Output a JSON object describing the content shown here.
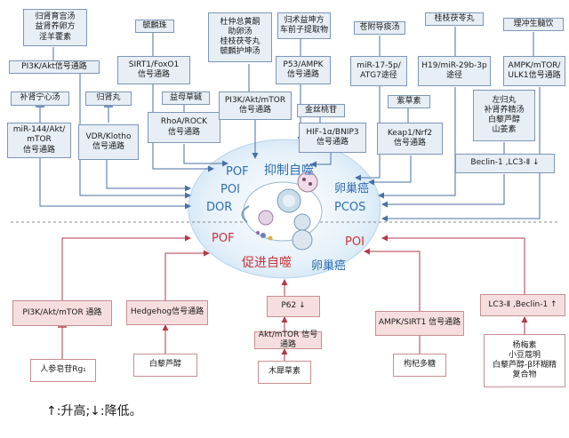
{
  "top_row": {
    "guishen_formula": "归肾育宫汤\n益肾养卵方\n淫羊藿素",
    "pi3k_akt_1": "PI3K/Akt信号通路",
    "liulinzhu": "毓麟珠",
    "sirt1_foxo1": "SIRT1/FoxO1\n信号通路",
    "duzhong": "杜仲总黄酮\n助卵汤\n桂枝茯苓丸\n毓麟护坤汤",
    "guizhu": "归术益坤方\n车前子提取物",
    "p53_ampk": "P53/AMPK\n信号通路",
    "cangfu": "苍附导痰汤",
    "mir17": "miR-17-5p/\nATG7途径",
    "guizhi": "桂枝茯苓丸",
    "h19": "H19/miR-29b-3p\n途径",
    "lichong": "理冲生髓饮",
    "ampk_mtor_ulk1": "AMPK/mTOR/\nULK1信号通路"
  },
  "mid_row": {
    "bushen": "补肾宁心汤",
    "mir144": "miR-144/Akt/\nmTOR\n信号通路",
    "guishen_pill": "归肾丸",
    "vdr": "VDR/Klotho\n信号通路",
    "yimucao": "益母草碱",
    "rhoa": "RhoA/ROCK\n信号通路",
    "pi3k_akt_mtor_1": "PI3K/Akt/mTOR\n信号通路",
    "jinsitao": "金丝桃苷",
    "hif": "HIF-1α/BNIP3\n信号通路",
    "zicao": "紫草素",
    "keap1": "Keap1/Nrf2\n信号通路",
    "zuoguiwan": "左归丸\n补肾养精汤\n白藜芦醇\n山姜素",
    "beclin_down": "Beclin-1 ,LC3-Ⅱ ↓"
  },
  "center": {
    "pof_top": "POF",
    "inhibit": "抑制自噬",
    "poi_top": "POI",
    "ovarian_cancer_top": "卵巢癌",
    "dor": "DOR",
    "pcos": "PCOS",
    "pof_bottom": "POF",
    "promote": "促进自噬",
    "poi_bottom": "POI",
    "ovarian_cancer_bottom": "卵巢癌"
  },
  "bottom": {
    "pi3k_akt_mtor_2": "PI3K/Akt/mTOR 通路",
    "hedgehog": "Hedgehog信号通路",
    "p62": "P62 ↓",
    "akt_mtor": "Akt/mTOR 信号通路",
    "ampk_sirt1": "AMPK/SIRT1 信号通路",
    "lc3_up": "LC3-Ⅱ ,Beclin-1 ↑",
    "ginsenoside": "人参皂苷Rg₁",
    "resveratrol": "白藜芦醇",
    "mushu": "木犀草素",
    "gouqi": "枸杞多糖",
    "yangmeisu": "杨梅素\n小豆蔻明\n白藜芦醇-β环糊精\n复合物"
  },
  "legend": "↑:升高;↓:降低。",
  "colors": {
    "blue_arrow": "#4a6fa5",
    "red_arrow": "#b23a48",
    "ellipse_fill": "#d6e8f5",
    "inhibit_text": "#2f6fb3",
    "promote_text": "#c8343a"
  }
}
